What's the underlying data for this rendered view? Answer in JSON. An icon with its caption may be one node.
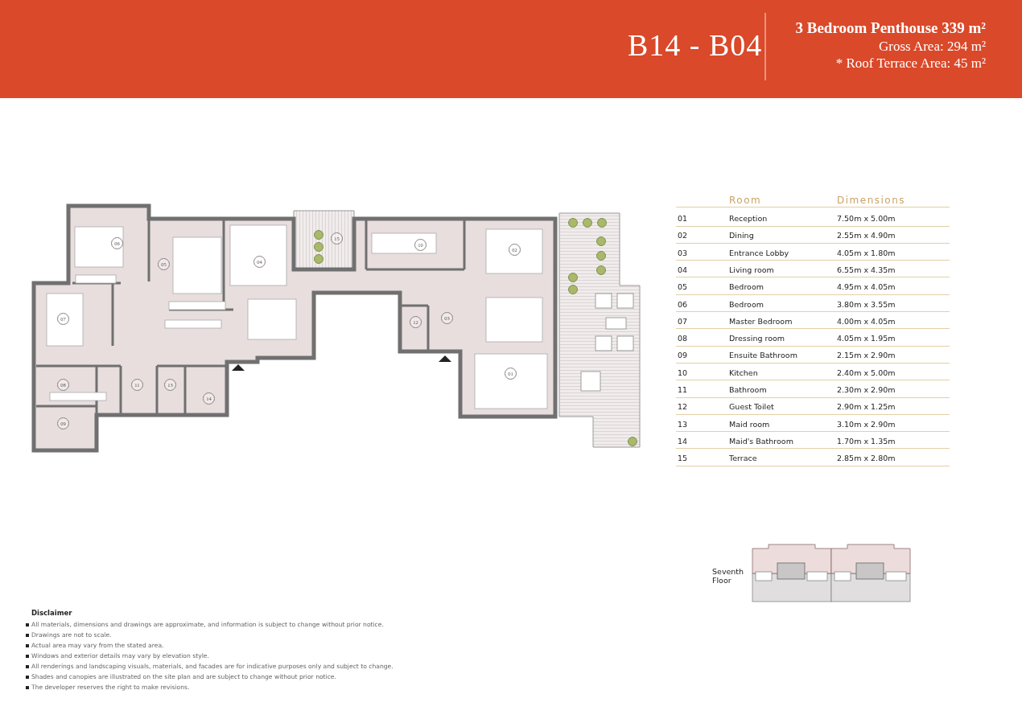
{
  "diagram": {
    "title": "B14 - B04",
    "nodes": [
      {
        "text": [
          "06"
        ]
      },
      {
        "text": [
          "15"
        ]
      },
      {
        "text": [
          "10"
        ]
      },
      {
        "text": [
          "02"
        ]
      },
      {
        "text": [
          "04"
        ]
      },
      {
        "text": [
          "05"
        ]
      },
      {
        "text": [
          "07"
        ]
      },
      {
        "text": [
          "12"
        ]
      },
      {
        "text": [
          "03"
        ]
      },
      {
        "text": [
          "01"
        ]
      },
      {
        "text": [
          "08"
        ]
      },
      {
        "text": [
          "11"
        ]
      },
      {
        "text": [
          "13"
        ]
      },
      {
        "text": [
          "14"
        ]
      },
      {
        "text": [
          "09"
        ]
      }
    ],
    "edges": [],
    "labels": [
      "3 Bedroom Penthouse 339 m²",
      "Gross Area: 294 m²",
      "* Roof Terrace Area: 45 m²",
      "Room",
      "Dimensions",
      "01",
      "Reception",
      "7.50m x 5.00m",
      "02",
      "Dining",
      "2.55m x 4.90m",
      "03",
      "Entrance Lobby",
      "4.05m x 1.80m",
      "04",
      "Living room",
      "6.55m x 4.35m",
      "05",
      "Bedroom",
      "4.95m x 4.05m",
      "06",
      "Bedroom",
      "3.80m x 3.55m",
      "07",
      "Master Bedroom",
      "4.00m x 4.05m",
      "08",
      "Dressing room",
      "4.05m x 1.95m",
      "09",
      "Ensuite Bathroom",
      "2.15m x 2.90m",
      "10",
      "Kitchen",
      "2.40m x 5.00m",
      "11",
      "Bathroom",
      "2.30m x 2.90m",
      "12",
      "Guest Toilet",
      "2.90m x 1.25m",
      "13",
      "Maid room",
      "3.10m x 2.90m",
      "14",
      "Maid's Bathroom",
      "1.70m x 1.35m",
      "15",
      "Terrace",
      "2.85m x 2.80m",
      "Seventh Floor",
      "Disclaimer",
      "All materials, dimensions and drawings are approximate, and information is subject to change without prior notice.",
      "Drawings are not to scale.",
      "Actual area may vary from the stated area.",
      "Windows and exterior details may vary by elevation style.",
      "All renderings and landscaping visuals, materials, and facades are for indicative purposes only and subject to change.",
      "Shades and canopies are illustrated on the site plan and are subject to change without prior notice.",
      "The developer reserves the right to make revisions."
    ]
  }
}
